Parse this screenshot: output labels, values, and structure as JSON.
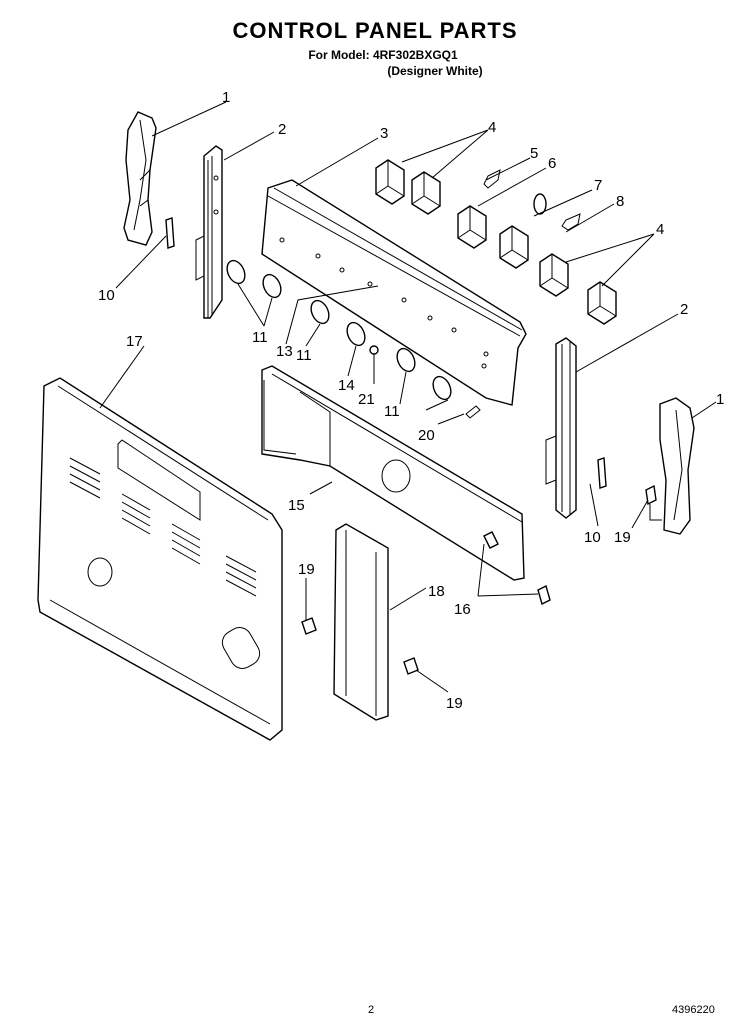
{
  "header": {
    "title": "CONTROL PANEL PARTS",
    "model_line": "For Model: 4RF302BXGQ1",
    "finish_line": "(Designer White)"
  },
  "callouts": {
    "c1a": "1",
    "c2a": "2",
    "c3": "3",
    "c4a": "4",
    "c5": "5",
    "c6": "6",
    "c7": "7",
    "c8": "8",
    "c4b": "4",
    "c2b": "2",
    "c1b": "1",
    "c10a": "10",
    "c11a": "11",
    "c13": "13",
    "c11b": "11",
    "c14": "14",
    "c21": "21",
    "c11c": "11",
    "c20": "20",
    "c17": "17",
    "c15": "15",
    "c10b": "10",
    "c19a": "19",
    "c19b": "19",
    "c18": "18",
    "c16": "16",
    "c19c": "19"
  },
  "footer": {
    "page_number": "2",
    "document_number": "4396220"
  }
}
